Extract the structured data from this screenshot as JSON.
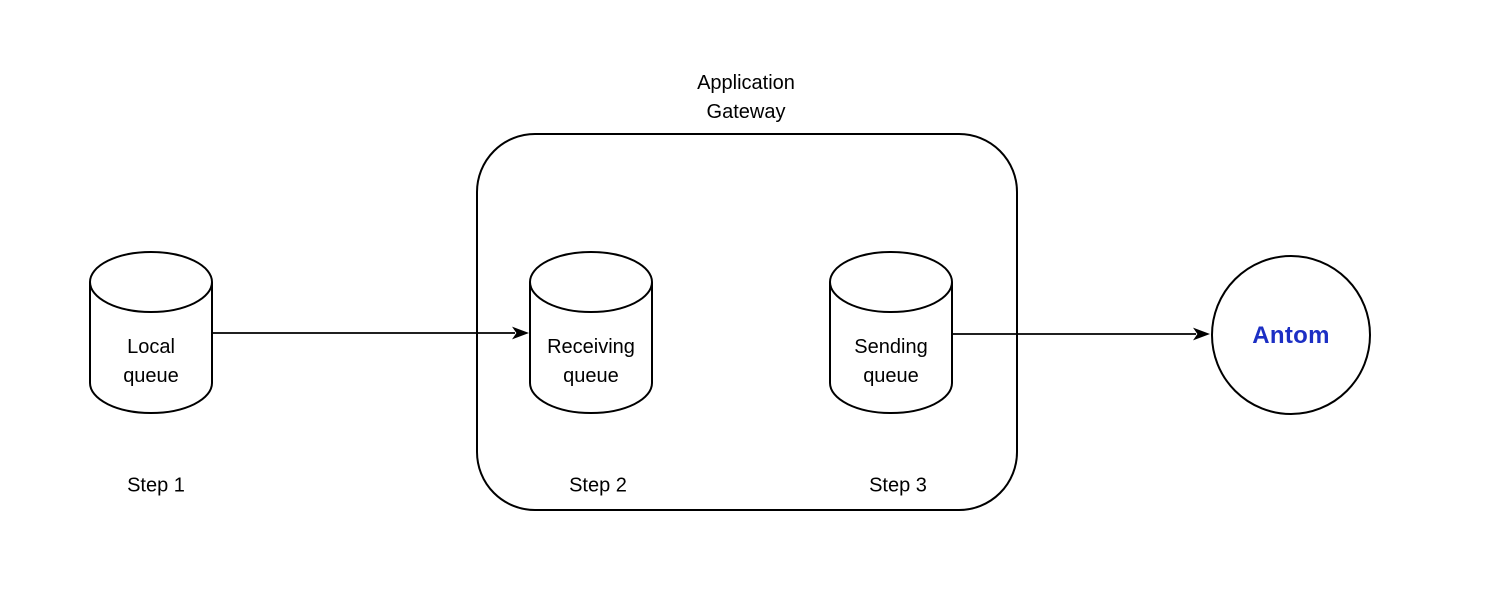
{
  "diagram": {
    "gateway": {
      "title": "Application\nGateway"
    },
    "nodes": [
      {
        "id": "local-queue",
        "type": "cylinder",
        "label": "Local\nqueue"
      },
      {
        "id": "receiving-queue",
        "type": "cylinder",
        "label": "Receiving\nqueue"
      },
      {
        "id": "sending-queue",
        "type": "cylinder",
        "label": "Sending\nqueue"
      },
      {
        "id": "antom",
        "type": "circle",
        "label": "Antom"
      }
    ],
    "steps": [
      {
        "label": "Step 1"
      },
      {
        "label": "Step 2"
      },
      {
        "label": "Step 3"
      }
    ],
    "edges": [
      {
        "from": "Local queue",
        "to": "Receiving queue"
      },
      {
        "from": "Sending queue",
        "to": "Antom"
      }
    ],
    "colors": {
      "stroke": "#000000",
      "background": "#ffffff",
      "antom_blue": "#1c2fc4"
    }
  }
}
